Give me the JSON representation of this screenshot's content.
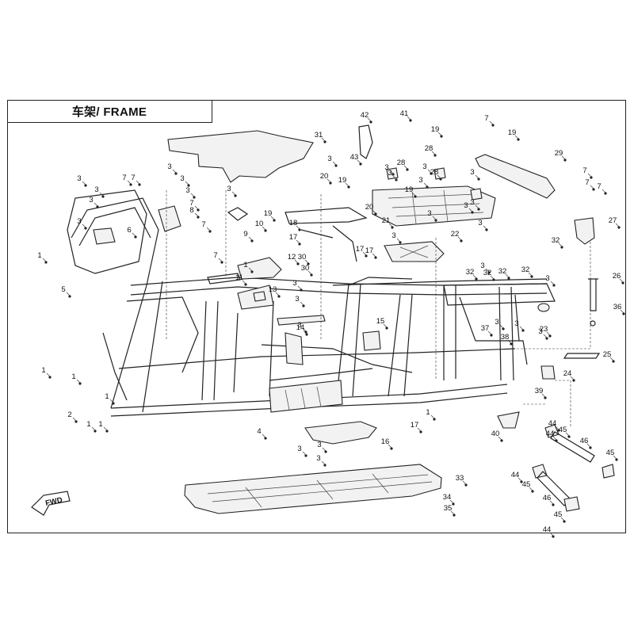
{
  "title": "车架/ FRAME",
  "fwd_label": "FWD",
  "callouts": [
    "1",
    "1",
    "1",
    "1",
    "1",
    "1",
    "1",
    "1",
    "2",
    "3",
    "3",
    "3",
    "3",
    "3",
    "3",
    "3",
    "3",
    "3",
    "3",
    "3",
    "3",
    "3",
    "3",
    "3",
    "3",
    "3",
    "3",
    "3",
    "3",
    "3",
    "3",
    "3",
    "3",
    "3",
    "3",
    "3",
    "3",
    "3",
    "3",
    "4",
    "5",
    "6",
    "7",
    "7",
    "7",
    "7",
    "7",
    "7",
    "7",
    "7",
    "7",
    "8",
    "9",
    "10",
    "11",
    "12",
    "13",
    "14",
    "15",
    "16",
    "17",
    "17",
    "17",
    "17",
    "18",
    "19",
    "19",
    "19",
    "19",
    "19",
    "20",
    "20",
    "21",
    "22",
    "23",
    "24",
    "25",
    "26",
    "27",
    "28",
    "28",
    "28",
    "29",
    "30",
    "30",
    "31",
    "32",
    "32",
    "32",
    "32",
    "32",
    "33",
    "34",
    "35",
    "36",
    "37",
    "38",
    "39",
    "40",
    "41",
    "42",
    "43",
    "44",
    "44",
    "44",
    "44",
    "45",
    "45",
    "45",
    "45",
    "46",
    "46"
  ]
}
